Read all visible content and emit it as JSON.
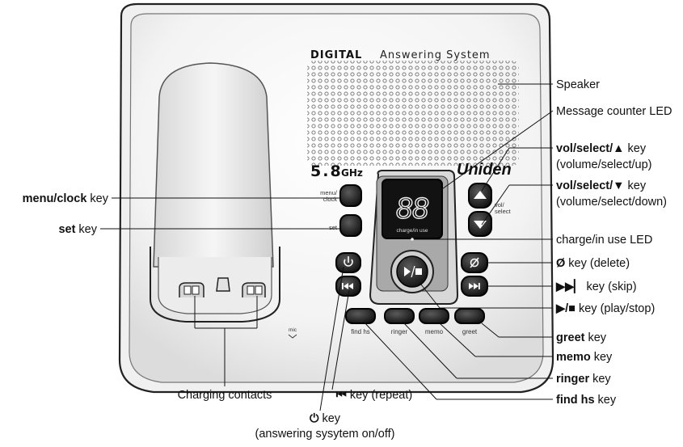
{
  "device": {
    "brand_digital": "DIGITAL",
    "brand_answering": "Answering System",
    "freq_big": "5.8",
    "freq_small": "GHz",
    "logo": "Uniden",
    "display_digits": "88",
    "display_caption": "charge/in use",
    "mic_label": "mic"
  },
  "buttons": {
    "menu_clock": [
      "menu/",
      "clock"
    ],
    "set": "set",
    "vol_select": [
      "vol/",
      "select"
    ],
    "find_hs": "find hs",
    "ringer": "ringer",
    "memo": "memo",
    "greet": "greet"
  },
  "callouts": {
    "speaker": "Speaker",
    "message_counter": "Message counter LED",
    "vol_up": {
      "bold": "vol/select/▲",
      "text": " key",
      "sub": "(volume/select/up)"
    },
    "vol_down": {
      "bold": "vol/select/▼",
      "text": " key",
      "sub": "(volume/select/down)"
    },
    "menu_clock": {
      "bold": "menu/clock",
      "text": " key"
    },
    "set": {
      "bold": "set",
      "text": " key"
    },
    "charge_led": "charge/in use LED",
    "delete": {
      "bold": "Ø",
      "text": " key (delete)"
    },
    "skip": {
      "bold": "▶▶▏",
      "text": " key (skip)"
    },
    "play_stop": {
      "bold": "▶/■",
      "text": " key (play/stop)"
    },
    "greet": {
      "bold": "greet",
      "text": " key"
    },
    "memo": {
      "bold": "memo",
      "text": " key"
    },
    "ringer": {
      "bold": "ringer",
      "text": " key"
    },
    "find_hs": {
      "bold": "find hs",
      "text": " key"
    },
    "charging_contacts": "Charging contacts",
    "power": {
      "bold": "⏻",
      "text": " key",
      "sub": "(answering sysytem on/off)"
    },
    "repeat": {
      "bold": "⏮",
      "text": " key (repeat)"
    }
  },
  "icons": {
    "power": "power-icon",
    "repeat": "repeat-icon",
    "skip": "skip-icon",
    "delete": "delete-icon",
    "play_stop": "play-stop-icon",
    "vol_up": "triangle-up-icon",
    "vol_down": "triangle-down-icon"
  }
}
